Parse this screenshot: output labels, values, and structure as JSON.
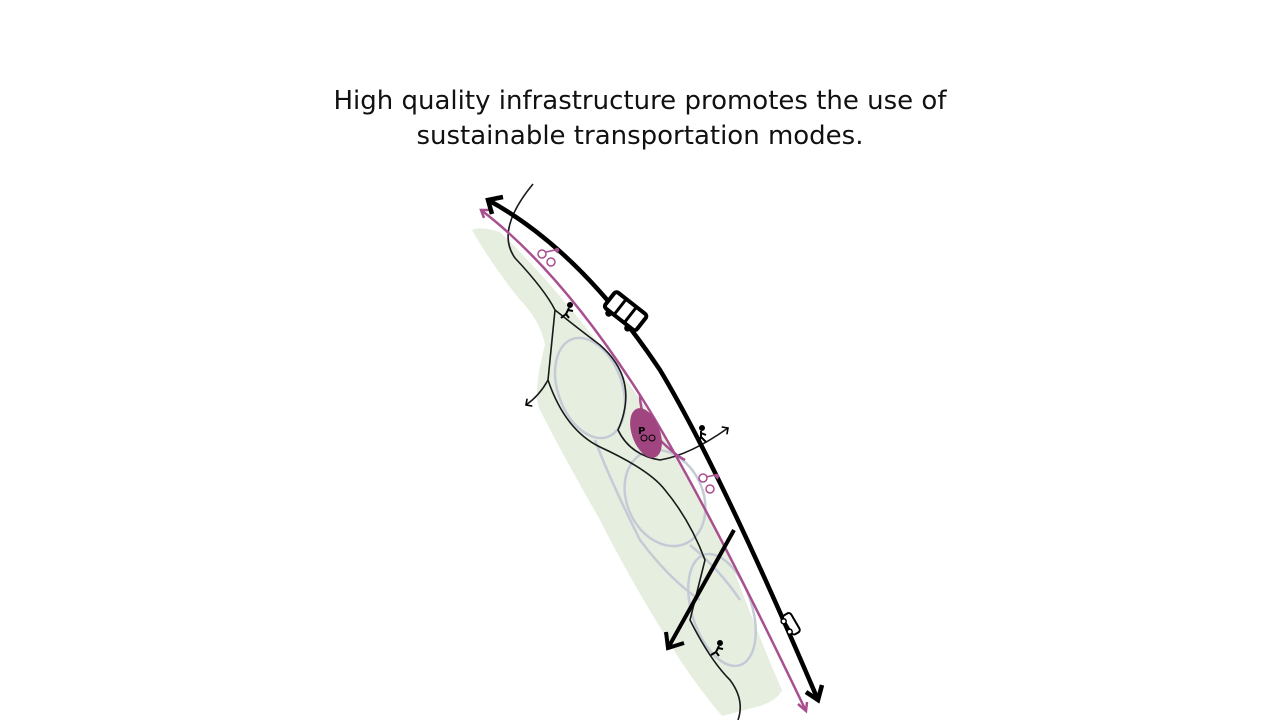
{
  "title": {
    "line1": "High quality infrastructure promotes the use of",
    "line2": "sustainable transportation modes."
  },
  "diagram": {
    "parking_label": "P",
    "colors": {
      "road": "#000000",
      "bike_lane": "#a8508f",
      "green_area": "#e6efdf",
      "ponds": "#c5cbd6",
      "bike_parking": "#a0457f"
    },
    "icons": [
      "bus-icon",
      "car-icon",
      "bicycle-icon",
      "pedestrian-icon",
      "bike-parking-icon"
    ]
  }
}
